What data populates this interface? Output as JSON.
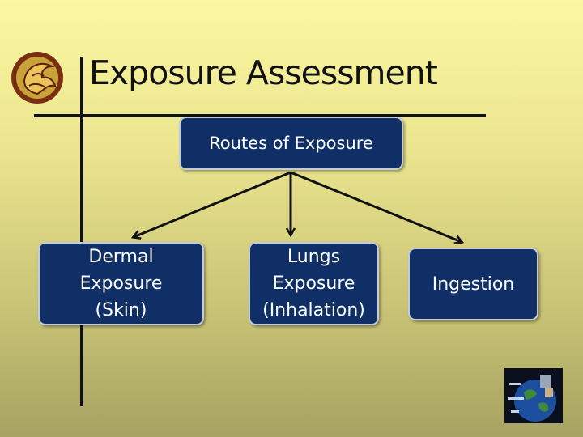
{
  "slide": {
    "title": "Exposure Assessment"
  },
  "diagram": {
    "root": "Routes of Exposure",
    "children": [
      "Dermal\nExposure\n(Skin)",
      "Lungs\nExposure\n(Inhalation)",
      "Ingestion"
    ]
  },
  "colors": {
    "box_fill": "#0f2f66",
    "box_border": "#c7cbd3",
    "box_text": "#ffffff",
    "line": "#111111"
  },
  "icons": {
    "logo": "pegasus-logo-icon",
    "globe": "globe-icon"
  }
}
